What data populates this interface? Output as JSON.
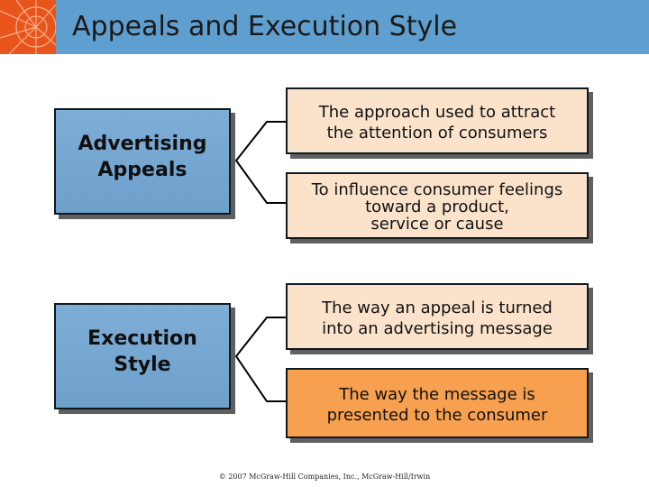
{
  "slide": {
    "title": "Appeals and Execution Style",
    "footer": "© 2007 McGraw-Hill Companies, Inc., McGraw-Hill/Irwin"
  },
  "left_boxes": [
    {
      "label": "Advertising\nAppeals"
    },
    {
      "label": "Execution\nStyle"
    }
  ],
  "right_boxes": [
    {
      "text": "The approach used to attract\nthe attention of consumers"
    },
    {
      "text": "To influence consumer feelings\ntoward a product,\nservice or cause"
    },
    {
      "text": "The way an appeal is turned\ninto an advertising message"
    },
    {
      "text": "The way the message is\npresented to the consumer"
    }
  ],
  "colors": {
    "header": "#5f9fcf",
    "logo": "#e8541c",
    "left_box": "#7eaed6",
    "right_box": "#fbe3cb",
    "highlight_box": "#f7a04f"
  }
}
